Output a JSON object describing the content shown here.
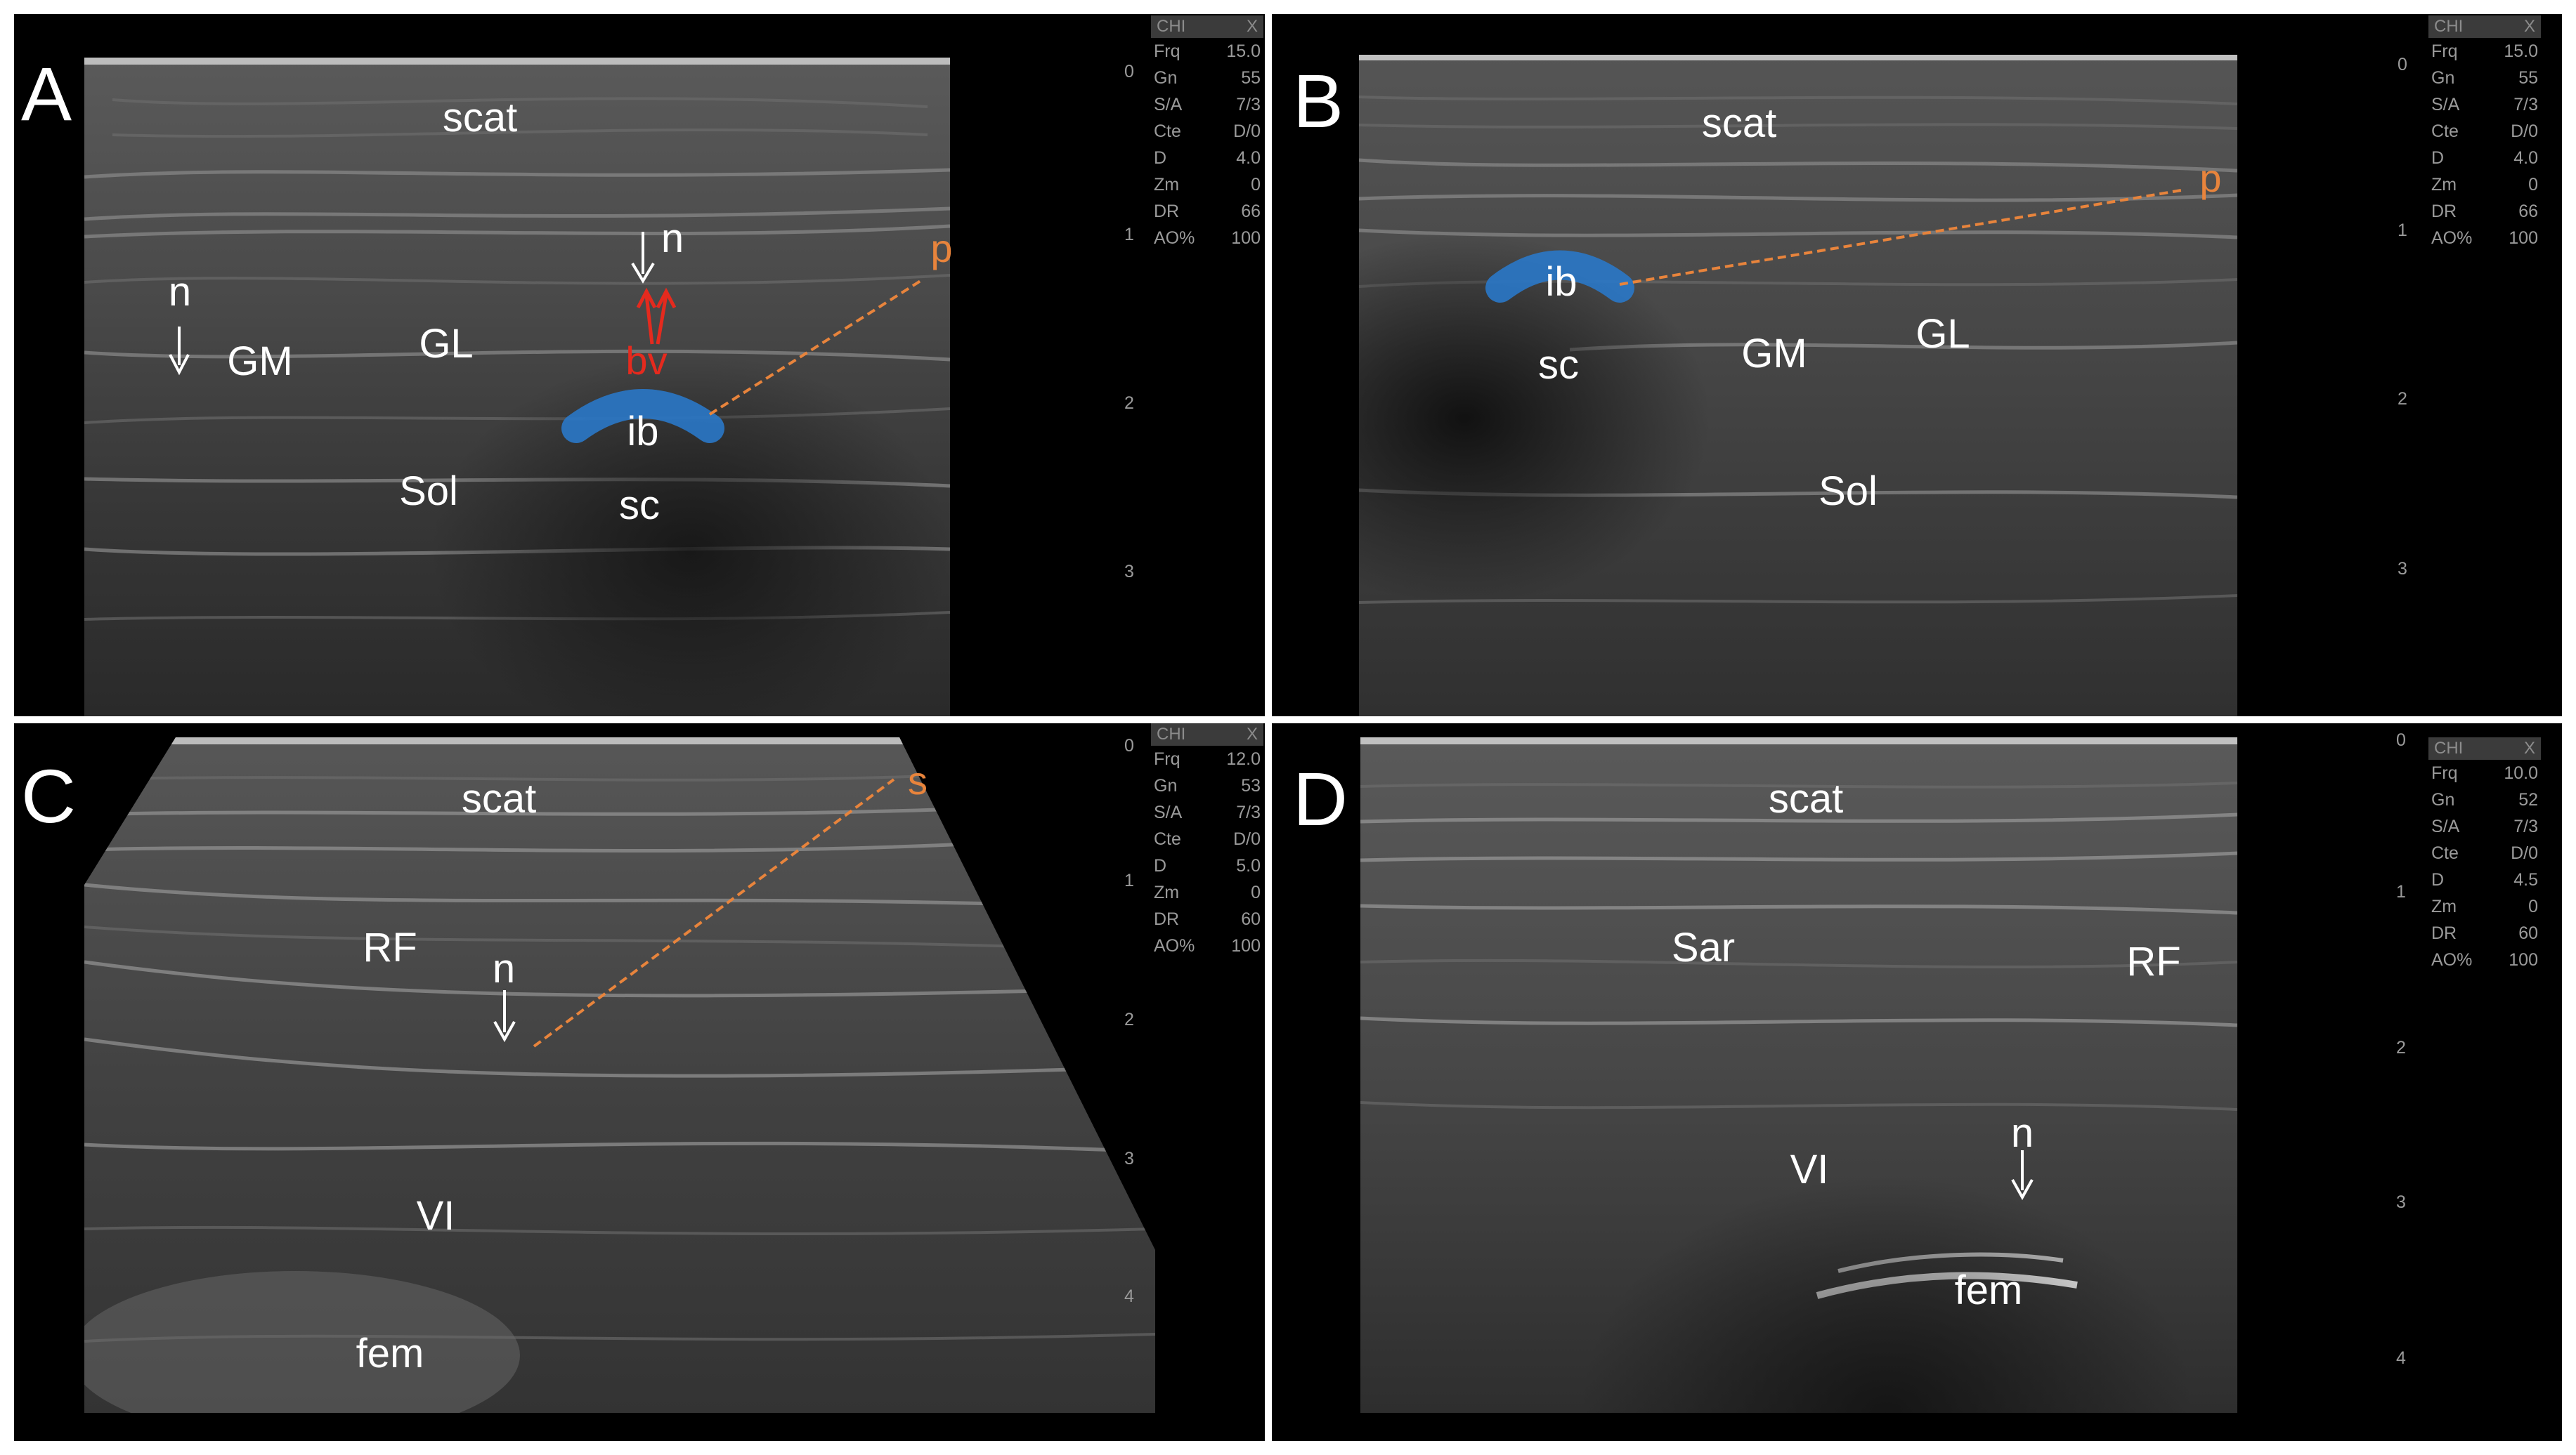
{
  "panels": {
    "a": {
      "letter": "A",
      "labels": {
        "scat": "scat",
        "n_left": "n",
        "n_right": "n",
        "gm": "GM",
        "gl": "GL",
        "bv": "bv",
        "ib": "ib",
        "sol": "Sol",
        "sc": "sc",
        "p": "p"
      },
      "params": {
        "header": "CHI",
        "close": "X",
        "rows": [
          {
            "key": "Frq",
            "value": "15.0"
          },
          {
            "key": "Gn",
            "value": "55"
          },
          {
            "key": "S/A",
            "value": "7/3"
          },
          {
            "key": "Cte",
            "value": "D/0"
          },
          {
            "key": "D",
            "value": "4.0"
          },
          {
            "key": "Zm",
            "value": "0"
          },
          {
            "key": "DR",
            "value": "66"
          },
          {
            "key": "AO%",
            "value": "100"
          }
        ]
      },
      "depth_ticks": [
        "0",
        "1",
        "2",
        "3"
      ]
    },
    "b": {
      "letter": "B",
      "labels": {
        "scat": "scat",
        "p": "p",
        "ib": "ib",
        "sc": "sc",
        "gm": "GM",
        "gl": "GL",
        "sol": "Sol"
      },
      "params": {
        "header": "CHI",
        "close": "X",
        "rows": [
          {
            "key": "Frq",
            "value": "15.0"
          },
          {
            "key": "Gn",
            "value": "55"
          },
          {
            "key": "S/A",
            "value": "7/3"
          },
          {
            "key": "Cte",
            "value": "D/0"
          },
          {
            "key": "D",
            "value": "4.0"
          },
          {
            "key": "Zm",
            "value": "0"
          },
          {
            "key": "DR",
            "value": "66"
          },
          {
            "key": "AO%",
            "value": "100"
          }
        ]
      },
      "depth_ticks": [
        "0",
        "1",
        "2",
        "3"
      ]
    },
    "c": {
      "letter": "C",
      "labels": {
        "scat": "scat",
        "s": "s",
        "rf": "RF",
        "n": "n",
        "vi": "VI",
        "fem": "fem"
      },
      "params": {
        "header": "CHI",
        "close": "X",
        "rows": [
          {
            "key": "Frq",
            "value": "12.0"
          },
          {
            "key": "Gn",
            "value": "53"
          },
          {
            "key": "S/A",
            "value": "7/3"
          },
          {
            "key": "Cte",
            "value": "D/0"
          },
          {
            "key": "D",
            "value": "5.0"
          },
          {
            "key": "Zm",
            "value": "0"
          },
          {
            "key": "DR",
            "value": "60"
          },
          {
            "key": "AO%",
            "value": "100"
          }
        ]
      },
      "depth_ticks": [
        "0",
        "1",
        "2",
        "3",
        "4"
      ]
    },
    "d": {
      "letter": "D",
      "labels": {
        "scat": "scat",
        "sar": "Sar",
        "rf": "RF",
        "n": "n",
        "vi": "VI",
        "fem": "fem"
      },
      "params": {
        "header": "CHI",
        "close": "X",
        "rows": [
          {
            "key": "Frq",
            "value": "10.0"
          },
          {
            "key": "Gn",
            "value": "52"
          },
          {
            "key": "S/A",
            "value": "7/3"
          },
          {
            "key": "Cte",
            "value": "D/0"
          },
          {
            "key": "D",
            "value": "4.5"
          },
          {
            "key": "Zm",
            "value": "0"
          },
          {
            "key": "DR",
            "value": "60"
          },
          {
            "key": "AO%",
            "value": "100"
          }
        ]
      },
      "depth_ticks": [
        "0",
        "1",
        "2",
        "3",
        "4"
      ]
    }
  },
  "colors": {
    "needle_line": "#e8843c",
    "ib_highlight": "#2a78c8",
    "vessel_arrow": "#e52a1e",
    "label": "#ffffff"
  }
}
